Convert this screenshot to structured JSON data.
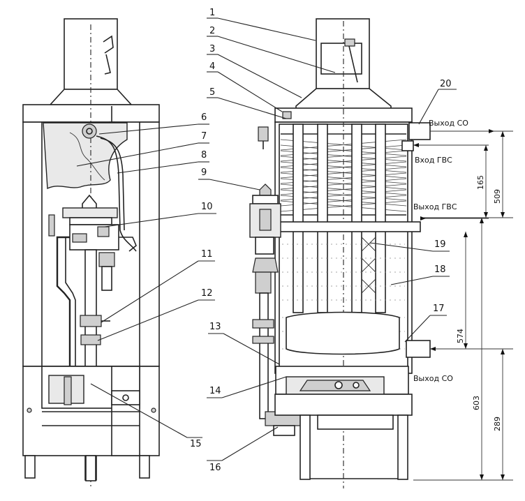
{
  "callouts": [
    {
      "id": "1",
      "text": "1"
    },
    {
      "id": "2",
      "text": "2"
    },
    {
      "id": "3",
      "text": "3"
    },
    {
      "id": "4",
      "text": "4"
    },
    {
      "id": "5",
      "text": "5"
    },
    {
      "id": "6",
      "text": "6"
    },
    {
      "id": "7",
      "text": "7"
    },
    {
      "id": "8",
      "text": "8"
    },
    {
      "id": "9",
      "text": "9"
    },
    {
      "id": "10",
      "text": "10"
    },
    {
      "id": "11",
      "text": "11"
    },
    {
      "id": "12",
      "text": "12"
    },
    {
      "id": "13",
      "text": "13"
    },
    {
      "id": "14",
      "text": "14"
    },
    {
      "id": "15",
      "text": "15"
    },
    {
      "id": "16",
      "text": "16"
    },
    {
      "id": "17",
      "text": "17"
    },
    {
      "id": "18",
      "text": "18"
    },
    {
      "id": "19",
      "text": "19"
    },
    {
      "id": "20",
      "text": "20"
    }
  ],
  "connections": {
    "co_outlet": "Выход СО",
    "dhw_inlet": "Вход ГВС",
    "dhw_outlet": "Выход ГВС",
    "co_return": "Выход СО"
  },
  "dimensions": {
    "d165": "165",
    "d509": "509",
    "d574": "574",
    "d603": "603",
    "d289": "289"
  }
}
